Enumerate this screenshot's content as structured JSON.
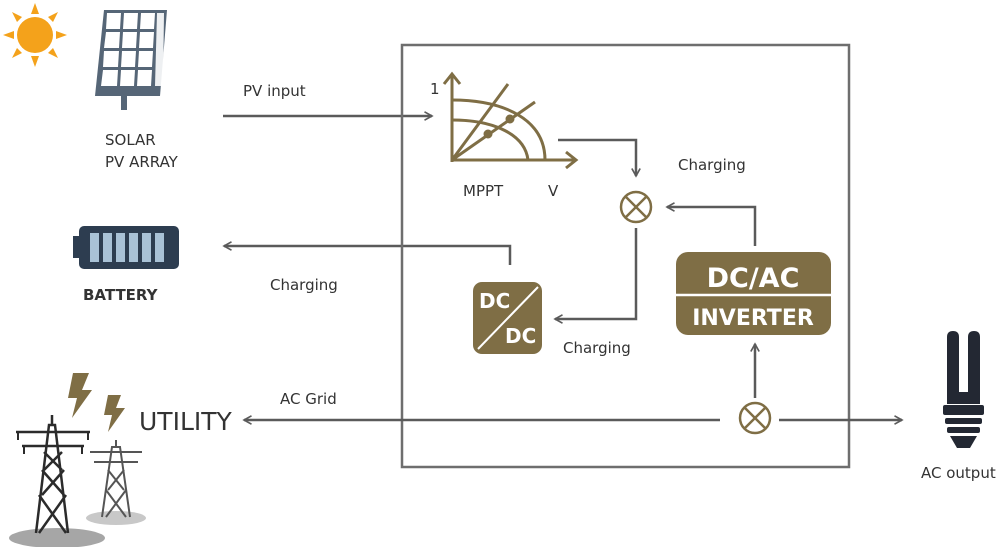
{
  "labels": {
    "pv_input": "PV input",
    "solar_line1": "SOLAR",
    "solar_line2": "PV ARRAY",
    "battery": "BATTERY",
    "charging_battery": "Charging",
    "charging_right": "Charging",
    "charging_dcdc": "Charging",
    "mppt": "MPPT",
    "v_axis": "V",
    "one": "1",
    "ac_grid": "AC Grid",
    "utility": "UTILITY",
    "ac_output": "AC output"
  },
  "blocks": {
    "dcac_top": "DC/AC",
    "dcac_bottom": "INVERTER",
    "dcdc_top": "DC",
    "dcdc_bottom": "DC"
  },
  "colors": {
    "olive": "#7f6e45",
    "line": "#5a5a5a",
    "sun": "#f4a21b",
    "panel": "#566677",
    "battery": "#2d3d50",
    "battery_cells": "#a9c2d6",
    "tower": "#2b2b2b",
    "bulb": "#232833"
  }
}
